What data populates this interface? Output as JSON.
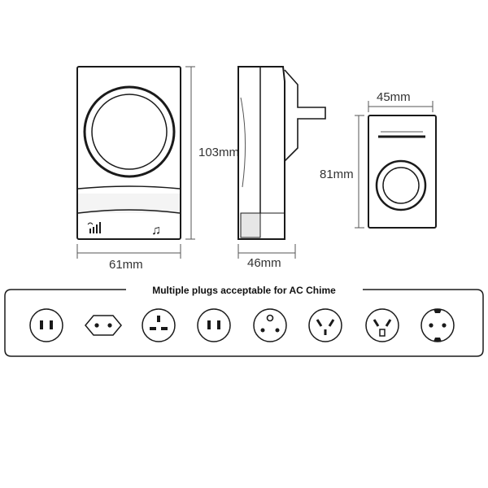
{
  "dimensions": {
    "front_height": "103mm",
    "front_width": "61mm",
    "side_depth": "46mm",
    "receiver_width": "45mm",
    "receiver_height": "81mm"
  },
  "banner": {
    "title": "Multiple plugs acceptable for AC Chime"
  },
  "icons": {
    "front_left": "signal-antenna-icon",
    "front_right": "music-note-icon",
    "front_right_glyph": "♫"
  },
  "plugs": [
    {
      "type": "us-two-flat-socket-icon"
    },
    {
      "type": "eu-two-round-plug-icon"
    },
    {
      "type": "uk-three-rect-socket-icon"
    },
    {
      "type": "us-two-flat-socket-icon"
    },
    {
      "type": "round-three-pin-socket-icon"
    },
    {
      "type": "au-three-slant-socket-icon"
    },
    {
      "type": "au-three-slant-socket-icon"
    },
    {
      "type": "schuko-socket-icon"
    }
  ],
  "colors": {
    "line": "#1a1a1a",
    "dim": "#555555",
    "shade": "#d9d9d9"
  }
}
